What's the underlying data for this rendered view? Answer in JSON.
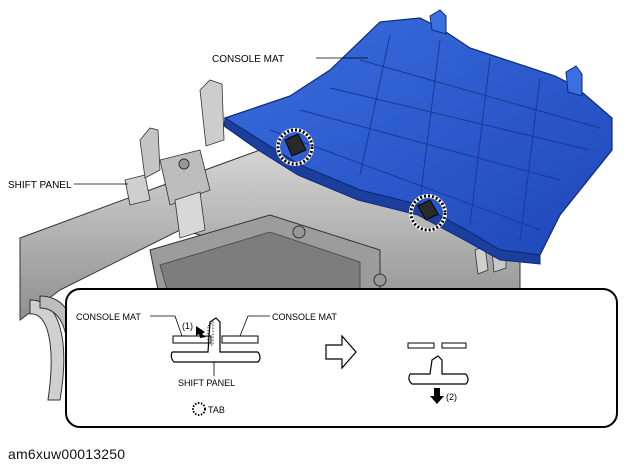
{
  "labels": {
    "console_mat_top": "CONSOLE MAT",
    "shift_panel_left": "SHIFT PANEL",
    "inset_console_mat_left": "CONSOLE MAT",
    "inset_console_mat_right": "CONSOLE MAT",
    "inset_step_1": "(1)",
    "inset_shift_panel": "SHIFT PANEL",
    "inset_step_2": "(2)",
    "legend_tab": "TAB"
  },
  "caption": "am6xuw00013250",
  "colors": {
    "console_mat_blue": "#2f5fd0",
    "panel_gray": "#b9b9b9"
  },
  "icons": {
    "arrow": "hollow-right-arrow",
    "push": "black-down-arrow",
    "tab_marker": "dotted-circle"
  }
}
